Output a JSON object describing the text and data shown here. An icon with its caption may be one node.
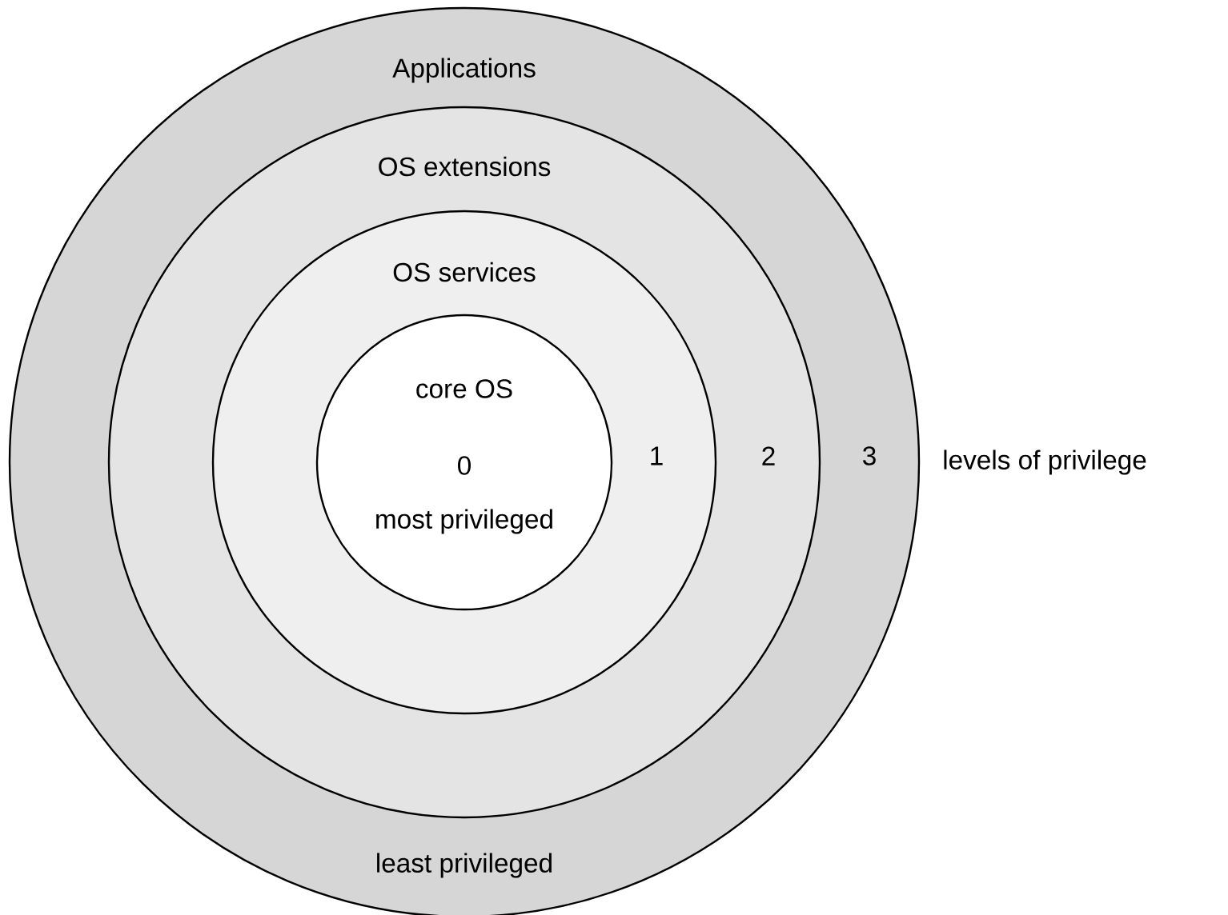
{
  "diagram": {
    "nodes": [
      {
        "text": [
          "Applications",
          "3",
          "least privileged"
        ]
      },
      {
        "text": [
          "OS extensions",
          "2"
        ],
        "in": 0
      },
      {
        "text": [
          "OS services",
          "1"
        ],
        "in": 1
      },
      {
        "text": [
          "core OS",
          "0",
          "most privileged"
        ],
        "in": 2
      }
    ],
    "labels": [
      "levels of privilege"
    ]
  }
}
